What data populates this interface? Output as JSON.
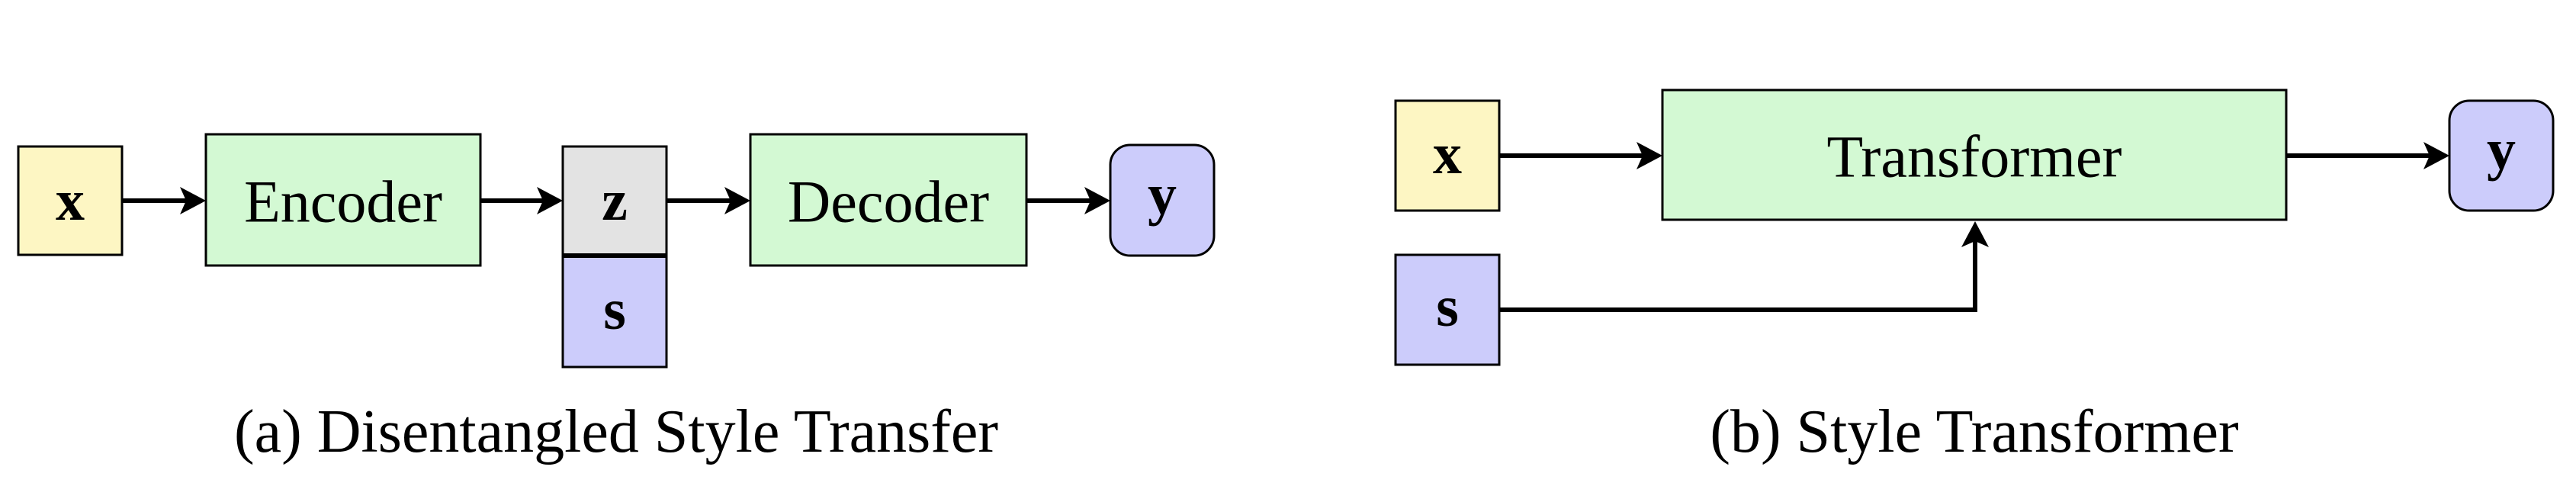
{
  "colors": {
    "input_fill": "#fdf6c3",
    "module_fill": "#d3f9d3",
    "latent_fill": "#e3e3e3",
    "style_fill": "#ccccfb",
    "output_fill": "#ccccfb",
    "stroke": "#000000"
  },
  "panel_a": {
    "input_label": "x",
    "encoder_label": "Encoder",
    "latent_label": "z",
    "style_label": "s",
    "decoder_label": "Decoder",
    "output_label": "y",
    "caption": "(a) Disentangled Style Transfer"
  },
  "panel_b": {
    "input_label": "x",
    "style_label": "s",
    "transformer_label": "Transformer",
    "output_label": "y",
    "caption": "(b) Style Transformer"
  }
}
